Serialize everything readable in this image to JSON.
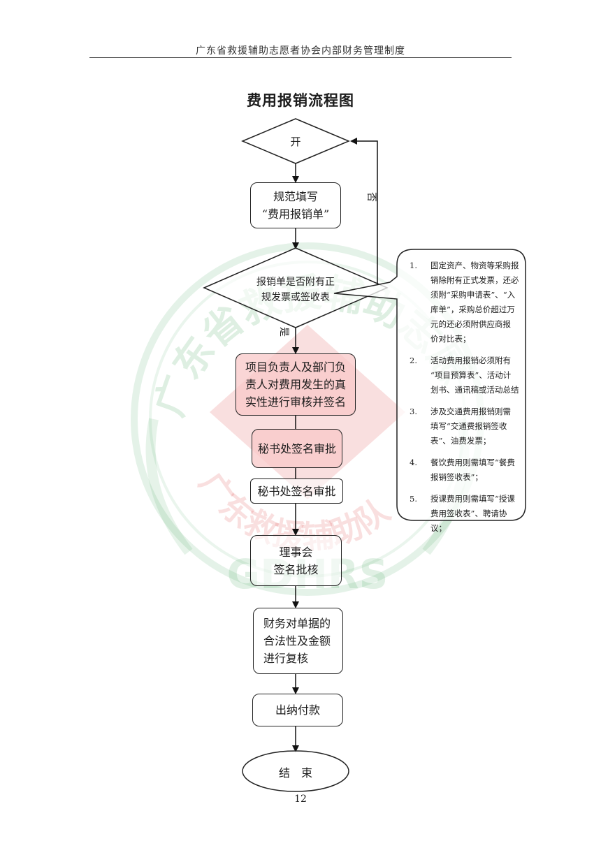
{
  "header": {
    "text": "广东省救援辅助志愿者协会内部财务管理制度"
  },
  "title": "费用报销流程图",
  "watermark": {
    "top_text": "广东省救援辅助志愿者协会",
    "bottom_text": "广东救援辅助队",
    "letters": "GDHRS",
    "colors": {
      "green": "#2f9a4a",
      "red": "#d83a3a"
    }
  },
  "flow": {
    "start": "开",
    "step_fill_form": {
      "line1": "规范填写",
      "line2": "“费用报销单”"
    },
    "decision": {
      "line1": "报销单是否附有正",
      "line2": "规发票或签收表"
    },
    "yes_label": "是",
    "no_label": "否",
    "step_dept_review": {
      "line1": "项目负责人及部门负",
      "line2": "责人对费用发生的真",
      "line3": "实性进行审核并签名"
    },
    "step_secretariat_1": "秘书处签名审批",
    "step_secretariat_2": "秘书处签名审批",
    "step_council": {
      "line1": "理事会",
      "line2": "签名批核"
    },
    "step_finance": {
      "line1": "财务对单据的",
      "line2": "合法性及金额",
      "line3": "进行复核"
    },
    "step_cashier": "出纳付款",
    "end": "结　束"
  },
  "notes": [
    {
      "num": "1.",
      "lines": [
        "固定资产、物资等采购报",
        "销除附有正式发票，还必",
        "须附“采购申请表”、“入",
        "库单”，采购总价超过万",
        "元的还必须附供应商报",
        "价对比表；"
      ]
    },
    {
      "num": "2.",
      "lines": [
        "活动费用报销必须附有",
        "“项目预算表”、活动计",
        "划书、通讯稿或活动总结"
      ]
    },
    {
      "num": "3.",
      "lines": [
        "涉及交通费用报销则需",
        "填写“交通费报销签收",
        "表”、油费发票；"
      ]
    },
    {
      "num": "4.",
      "lines": [
        "餐饮费用则需填写“餐费",
        "报销签收表”；"
      ]
    },
    {
      "num": "5.",
      "lines": [
        "授课费用则需填写“授课",
        "费用签收表”、聘请协议；"
      ]
    }
  ],
  "page_number": "12"
}
